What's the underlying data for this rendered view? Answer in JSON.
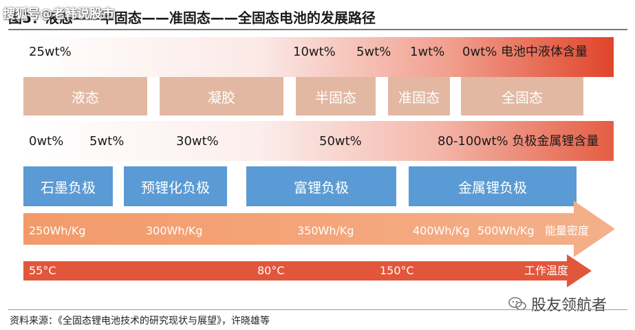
{
  "watermark": "搜狐号@老韩说股市",
  "title": "图5：液态——半固态——准固态——全固态电池的发展路径",
  "row1": {
    "labels": [
      "25wt%",
      "10wt%",
      "5wt%",
      "1wt%",
      "0wt% 电池中液体含量"
    ]
  },
  "states": [
    "液态",
    "凝胶",
    "半固态",
    "准固态",
    "全固态"
  ],
  "row3": {
    "labels": [
      "0wt%",
      "5wt%",
      "30wt%",
      "50wt%",
      "80-100wt% 负极金属锂含量"
    ]
  },
  "anodes": [
    "石墨负极",
    "预锂化负极",
    "富锂负极",
    "金属锂负极"
  ],
  "energy": {
    "labels": [
      "250Wh/Kg",
      "300Wh/Kg",
      "350Wh/Kg",
      "400Wh/Kg",
      "500Wh/Kg",
      "能量密度"
    ]
  },
  "temperature": {
    "labels": [
      "55°C",
      "80°C",
      "150°C",
      "工作温度"
    ]
  },
  "source": "资料来源：《全固态锂电池技术的研究现状与展望》，许晓雄等",
  "brand": "股友领航者",
  "colors": {
    "peach_box": "#e2b8a3",
    "blue_box": "#5b9bd5",
    "energy_arrow": "#f0a070",
    "temp_arrow": "#e2563b",
    "band_red": "#e0452a"
  }
}
